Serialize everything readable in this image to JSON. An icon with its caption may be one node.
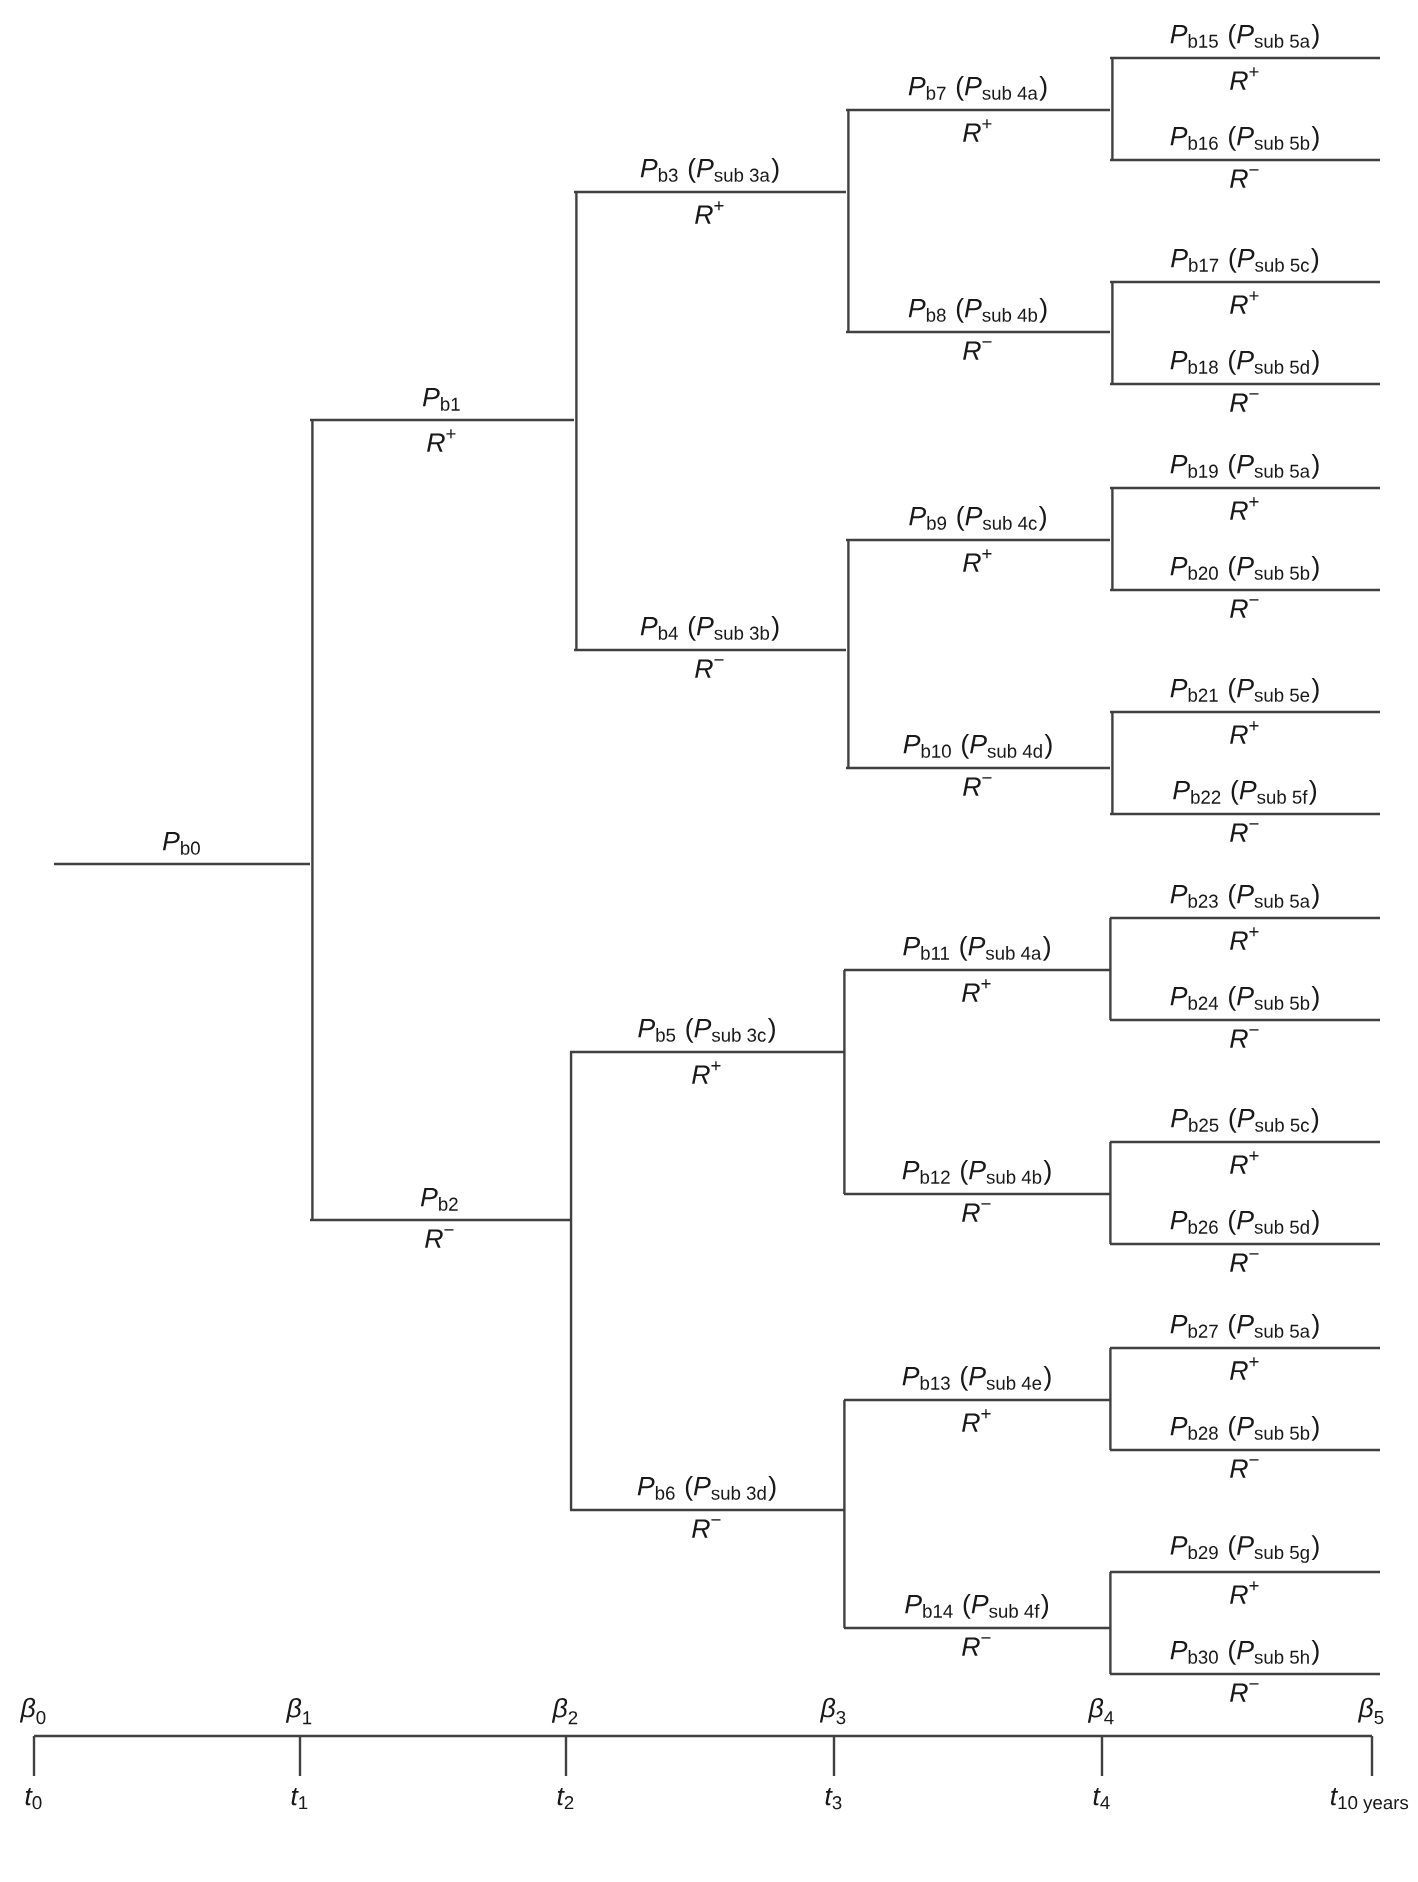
{
  "diagram": {
    "nodes": [
      {
        "text": [
          "\\textit{P}_{\\text{b0}}"
        ]
      },
      {
        "text": [
          "\\textit{P}_{\\text{b1}}",
          "\\textit{R}^{\\text{+}}"
        ]
      },
      {
        "text": [
          "\\textit{P}_{\\text{b2}}",
          "\\textit{R}^{\\text{−}}"
        ]
      },
      {
        "text": [
          "\\textit{P}_{\\text{b3}}\\text{ (}\\textit{P}_{\\text{sub 3a}}\\text{)}",
          "\\textit{R}^{\\text{+}}"
        ]
      },
      {
        "text": [
          "\\textit{P}_{\\text{b4}}\\text{ (}\\textit{P}_{\\text{sub 3b}}\\text{)}",
          "\\textit{R}^{\\text{−}}"
        ]
      },
      {
        "text": [
          "\\textit{P}_{\\text{b5}}\\text{ (}\\textit{P}_{\\text{sub 3c}}\\text{)}",
          "\\textit{R}^{\\text{+}}"
        ]
      },
      {
        "text": [
          "\\textit{P}_{\\text{b6}}\\text{ (}\\textit{P}_{\\text{sub 3d}}\\text{)}",
          "\\textit{R}^{\\text{−}}"
        ]
      },
      {
        "text": [
          "\\textit{P}_{\\text{b7}}\\text{ (}\\textit{P}_{\\text{sub 4a}}\\text{)}",
          "\\textit{R}^{\\text{+}}"
        ]
      },
      {
        "text": [
          "\\textit{P}_{\\text{b8}}\\text{ (}\\textit{P}_{\\text{sub 4b}}\\text{)}",
          "\\textit{R}^{\\text{−}}"
        ]
      },
      {
        "text": [
          "\\textit{P}_{\\text{b9}}\\text{ (}\\textit{P}_{\\text{sub 4c}}\\text{)}",
          "\\textit{R}^{\\text{+}}"
        ]
      },
      {
        "text": [
          "\\textit{P}_{\\text{b10}}\\text{ (}\\textit{P}_{\\text{sub 4d}}\\text{)}",
          "\\textit{R}^{\\text{−}}"
        ]
      },
      {
        "text": [
          "\\textit{P}_{\\text{b11}}\\text{ (}\\textit{P}_{\\text{sub 4a}}\\text{)}",
          "\\textit{R}^{\\text{+}}"
        ]
      },
      {
        "text": [
          "\\textit{P}_{\\text{b12}}\\text{ (}\\textit{P}_{\\text{sub 4b}}\\text{)}",
          "\\textit{R}^{\\text{−}}"
        ]
      },
      {
        "text": [
          "\\textit{P}_{\\text{b13}}\\text{ (}\\textit{P}_{\\text{sub 4e}}\\text{)}",
          "\\textit{R}^{\\text{+}}"
        ]
      },
      {
        "text": [
          "\\textit{P}_{\\text{b14}}\\text{ (}\\textit{P}_{\\text{sub 4f}}\\text{)}",
          "\\textit{R}^{\\text{−}}"
        ]
      },
      {
        "text": [
          "\\textit{P}_{\\text{b15}}\\text{ (}\\textit{P}_{\\text{sub 5a}}\\text{)}",
          "\\textit{R}^{\\text{+}}"
        ]
      },
      {
        "text": [
          "\\textit{P}_{\\text{b16}}\\text{ (}\\textit{P}_{\\text{sub 5b}}\\text{)}",
          "\\textit{R}^{\\text{−}}"
        ]
      },
      {
        "text": [
          "\\textit{P}_{\\text{b17}}\\text{ (}\\textit{P}_{\\text{sub 5c}}\\text{)}",
          "\\textit{R}^{\\text{+}}"
        ]
      },
      {
        "text": [
          "\\textit{P}_{\\text{b18}}\\text{ (}\\textit{P}_{\\text{sub 5d}}\\text{)}",
          "\\textit{R}^{\\text{−}}"
        ]
      },
      {
        "text": [
          "\\textit{P}_{\\text{b19}}\\text{ (}\\textit{P}_{\\text{sub 5a}}\\text{)}",
          "\\textit{R}^{\\text{+}}"
        ]
      },
      {
        "text": [
          "\\textit{P}_{\\text{b20}}\\text{ (}\\textit{P}_{\\text{sub 5b}}\\text{)}",
          "\\textit{R}^{\\text{−}}"
        ]
      },
      {
        "text": [
          "\\textit{P}_{\\text{b21}}\\text{ (}\\textit{P}_{\\text{sub 5e}}\\text{)}",
          "\\textit{R}^{\\text{+}}"
        ]
      },
      {
        "text": [
          "\\textit{P}_{\\text{b22}}\\text{ (}\\textit{P}_{\\text{sub 5f}}\\text{)}",
          "\\textit{R}^{\\text{−}}"
        ]
      },
      {
        "text": [
          "\\textit{P}_{\\text{b23}}\\text{ (}\\textit{P}_{\\text{sub 5a}}\\text{)}",
          "\\textit{R}^{\\text{+}}"
        ]
      },
      {
        "text": [
          "\\textit{P}_{\\text{b24}}\\text{ (}\\textit{P}_{\\text{sub 5b}}\\text{)}",
          "\\textit{R}^{\\text{−}}"
        ]
      },
      {
        "text": [
          "\\textit{P}_{\\text{b25}}\\text{ (}\\textit{P}_{\\text{sub 5c}}\\text{)}",
          "\\textit{R}^{\\text{+}}"
        ]
      },
      {
        "text": [
          "\\textit{P}_{\\text{b26}}\\text{ (}\\textit{P}_{\\text{sub 5d}}\\text{)}",
          "\\textit{R}^{\\text{−}}"
        ]
      },
      {
        "text": [
          "\\textit{P}_{\\text{b27}}\\text{ (}\\textit{P}_{\\text{sub 5a}}\\text{)}",
          "\\textit{R}^{\\text{+}}"
        ]
      },
      {
        "text": [
          "\\textit{P}_{\\text{b28}}\\text{ (}\\textit{P}_{\\text{sub 5b}}\\text{)}",
          "\\textit{R}^{\\text{−}}"
        ]
      },
      {
        "text": [
          "\\textit{P}_{\\text{b29}}\\text{ (}\\textit{P}_{\\text{sub 5g}}\\text{)}",
          "\\textit{R}^{\\text{+}}"
        ]
      },
      {
        "text": [
          "\\textit{P}_{\\text{b30}}\\text{ (}\\textit{P}_{\\text{sub 5h}}\\text{)}",
          "\\textit{R}^{\\text{−}}"
        ]
      }
    ],
    "edges": [
      {
        "from": 0,
        "to": 1,
        "arrow": "none"
      },
      {
        "from": 0,
        "to": 2,
        "arrow": "none"
      },
      {
        "from": 1,
        "to": 3,
        "arrow": "none"
      },
      {
        "from": 1,
        "to": 4,
        "arrow": "none"
      },
      {
        "from": 2,
        "to": 5,
        "arrow": "none"
      },
      {
        "from": 2,
        "to": 6,
        "arrow": "none"
      },
      {
        "from": 3,
        "to": 7,
        "arrow": "none"
      },
      {
        "from": 3,
        "to": 8,
        "arrow": "none"
      },
      {
        "from": 4,
        "to": 9,
        "arrow": "none"
      },
      {
        "from": 4,
        "to": 10,
        "arrow": "none"
      },
      {
        "from": 5,
        "to": 11,
        "arrow": "none"
      },
      {
        "from": 5,
        "to": 12,
        "arrow": "none"
      },
      {
        "from": 6,
        "to": 13,
        "arrow": "none"
      },
      {
        "from": 6,
        "to": 14,
        "arrow": "none"
      },
      {
        "from": 7,
        "to": 15,
        "arrow": "none"
      },
      {
        "from": 7,
        "to": 16,
        "arrow": "none"
      },
      {
        "from": 8,
        "to": 17,
        "arrow": "none"
      },
      {
        "from": 8,
        "to": 18,
        "arrow": "none"
      },
      {
        "from": 9,
        "to": 19,
        "arrow": "none"
      },
      {
        "from": 9,
        "to": 20,
        "arrow": "none"
      },
      {
        "from": 10,
        "to": 21,
        "arrow": "none"
      },
      {
        "from": 10,
        "to": 22,
        "arrow": "none"
      },
      {
        "from": 11,
        "to": 23,
        "arrow": "none"
      },
      {
        "from": 11,
        "to": 24,
        "arrow": "none"
      },
      {
        "from": 12,
        "to": 25,
        "arrow": "none"
      },
      {
        "from": 12,
        "to": 26,
        "arrow": "none"
      },
      {
        "from": 13,
        "to": 27,
        "arrow": "none"
      },
      {
        "from": 13,
        "to": 28,
        "arrow": "none"
      },
      {
        "from": 14,
        "to": 29,
        "arrow": "none"
      },
      {
        "from": 14,
        "to": 30,
        "arrow": "none"
      }
    ],
    "labels": [
      "\\textit{β}_{\\text{0}}",
      "\\textit{β}_{\\text{1}}",
      "\\textit{β}_{\\text{2}}",
      "\\textit{β}_{\\text{3}}",
      "\\textit{β}_{\\text{4}}",
      "\\textit{β}_{\\text{5}}",
      "\\textit{t}_{\\text{0}}",
      "\\textit{t}_{\\text{1}}",
      "\\textit{t}_{\\text{2}}",
      "\\textit{t}_{\\text{3}}",
      "\\textit{t}_{\\text{4}}",
      "\\textit{t}_{\\text{10 years}}"
    ]
  }
}
